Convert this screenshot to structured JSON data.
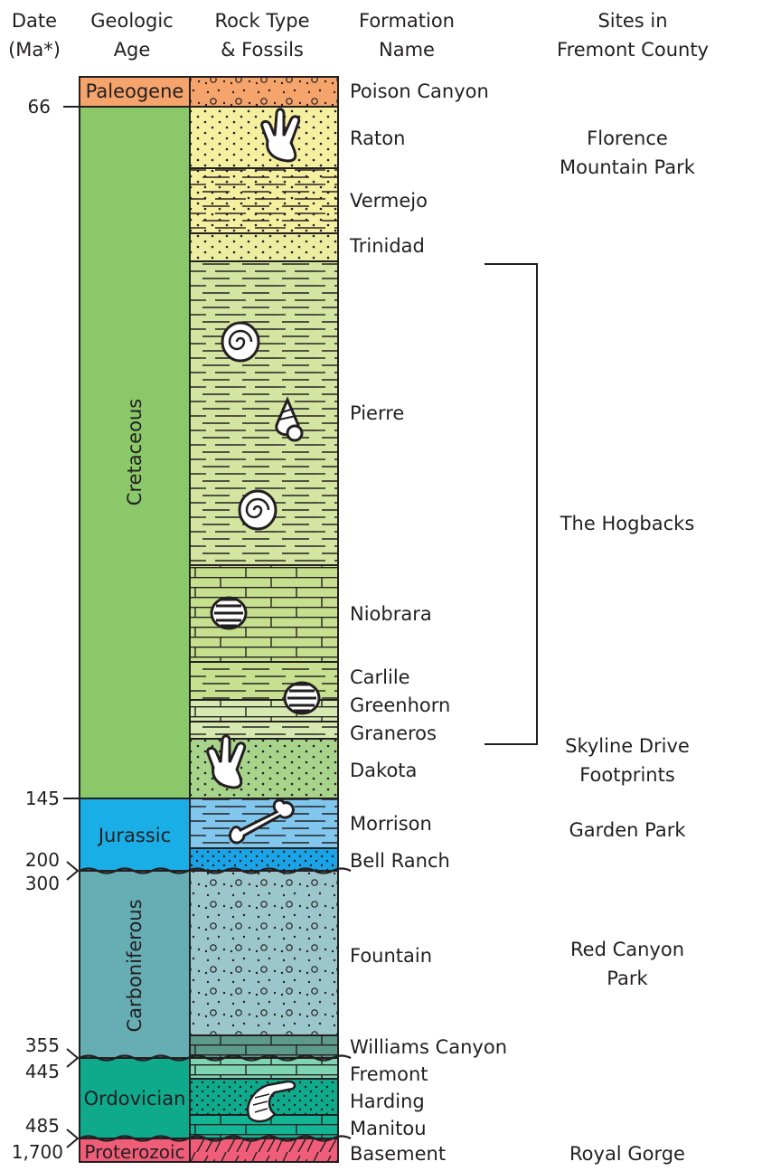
{
  "headers": {
    "date": [
      "Date",
      "(Ma*)"
    ],
    "age": [
      "Geologic",
      "Age"
    ],
    "rock": [
      "Rock Type",
      "& Fossils"
    ],
    "formation": [
      "Formation",
      "Name"
    ],
    "sites": [
      "Sites in",
      "Fremont County"
    ]
  },
  "dates": [
    "66",
    "145",
    "200",
    "300",
    "355",
    "445",
    "485",
    "1,700"
  ],
  "ages": [
    "Paleogene",
    "Cretaceous",
    "Jurassic",
    "Carboniferous",
    "Ordovician",
    "Proterozoic"
  ],
  "formations": [
    "Poison Canyon",
    "Raton",
    "Vermejo",
    "Trinidad",
    "Pierre",
    "Niobrara",
    "Carlile",
    "Greenhorn",
    "Graneros",
    "Dakota",
    "Morrison",
    "Bell Ranch",
    "Fountain",
    "Williams Canyon",
    "Fremont",
    "Harding",
    "Manitou",
    "Basement"
  ],
  "sites": {
    "florence": [
      "Florence",
      "Mountain Park"
    ],
    "hogbacks": "The Hogbacks",
    "skyline": [
      "Skyline Drive",
      "Footprints"
    ],
    "garden": "Garden Park",
    "red_canyon": [
      "Red Canyon",
      "Park"
    ],
    "royal_gorge": "Royal Gorge"
  },
  "fossil_icons": [
    "footprint-icon",
    "ammonite-icon",
    "snail-shell-icon",
    "clam-shell-icon",
    "bone-icon",
    "trilobite-icon"
  ],
  "colors": {
    "paleogene": "#f5a46c",
    "cretaceous": "#8ac86a",
    "jurassic": "#1aaee6",
    "carboniferous": "#67adb4",
    "ordivician": "#0fa98c",
    "proterozoic": "#ef5d78",
    "pierre_rock": "#d3e5a0"
  }
}
